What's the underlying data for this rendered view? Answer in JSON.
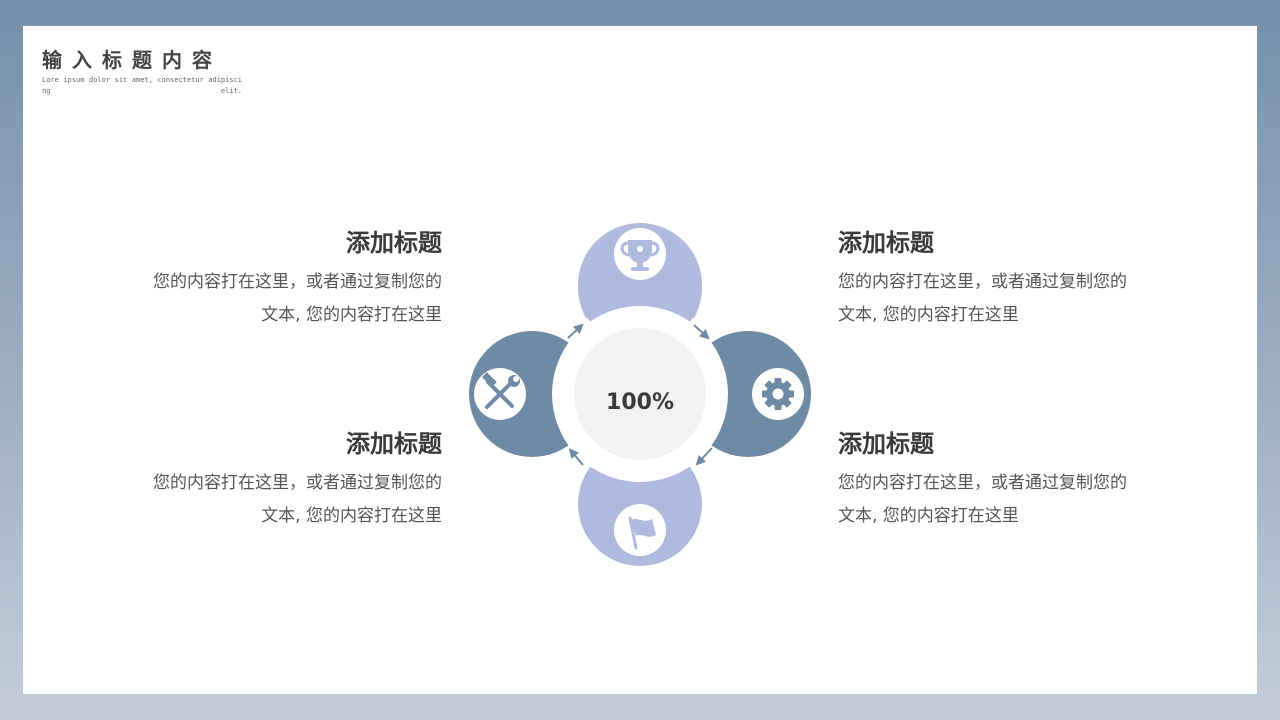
{
  "header": {
    "title": "输入标题内容",
    "subtitle": "Lore ipsum dolor sit amet, consectetur adipiscing elit."
  },
  "center": {
    "value": "100%"
  },
  "blocks": [
    {
      "title": "添加标题",
      "desc": "您的内容打在这里，或者通过复制您的文本, 您的内容打在这里"
    },
    {
      "title": "添加标题",
      "desc": "您的内容打在这里，或者通过复制您的文本, 您的内容打在这里"
    },
    {
      "title": "添加标题",
      "desc": "您的内容打在这里，或者通过复制您的文本, 您的内容打在这里"
    },
    {
      "title": "添加标题",
      "desc": "您的内容打在这里，或者通过复制您的文本, 您的内容打在这里"
    }
  ],
  "icons": {
    "top": "trophy-icon",
    "left": "tools-icon",
    "right": "gear-icon",
    "bottom": "flag-icon"
  },
  "colors": {
    "lavender": "#b0b9de",
    "steel": "#6f8aa5",
    "center_fill": "#f2f2f2",
    "text_dark": "#3a3a3a",
    "text_body": "#555555"
  }
}
